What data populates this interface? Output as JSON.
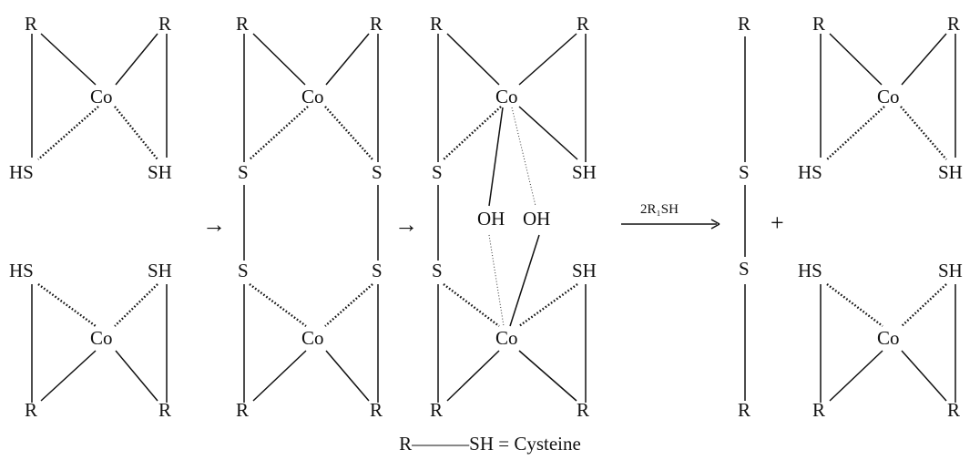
{
  "labels": {
    "r": "R",
    "co": "Co",
    "hs": "HS",
    "sh": "SH",
    "s": "S",
    "oh": "OH",
    "reagent": "2R₁SH",
    "arrow": "→",
    "plus": "+",
    "caption": "R———SH = Cysteine"
  }
}
